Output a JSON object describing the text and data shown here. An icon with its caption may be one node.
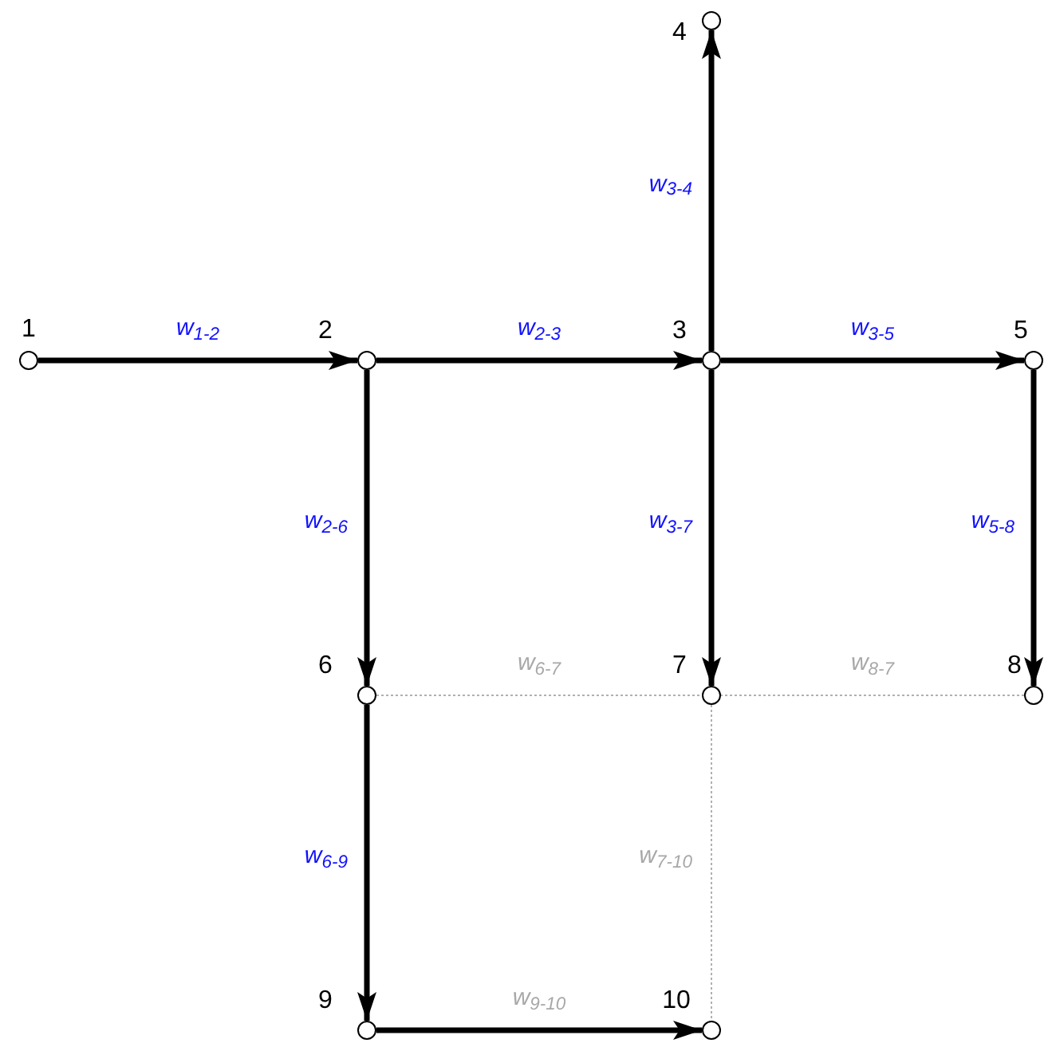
{
  "diagram": {
    "nodes": [
      {
        "text": [
          "1"
        ]
      },
      {
        "text": [
          "2"
        ]
      },
      {
        "text": [
          "3"
        ]
      },
      {
        "text": [
          "4"
        ]
      },
      {
        "text": [
          "5"
        ]
      },
      {
        "text": [
          "6"
        ]
      },
      {
        "text": [
          "7"
        ]
      },
      {
        "text": [
          "8"
        ]
      },
      {
        "text": [
          "9"
        ]
      },
      {
        "text": [
          "10"
        ]
      }
    ],
    "edges": [
      {
        "from": 0,
        "to": 1,
        "arrow": "to",
        "label": "w$_{1-2}$"
      },
      {
        "from": 1,
        "to": 2,
        "arrow": "to",
        "label": "w$_{2-3}$"
      },
      {
        "from": 2,
        "to": 3,
        "arrow": "to",
        "label": "w$_{3-4}$"
      },
      {
        "from": 2,
        "to": 4,
        "arrow": "to",
        "label": "w$_{3-5}$"
      },
      {
        "from": 1,
        "to": 5,
        "arrow": "to",
        "label": "w$_{2-6}$"
      },
      {
        "from": 2,
        "to": 6,
        "arrow": "to",
        "label": "w$_{3-7}$"
      },
      {
        "from": 4,
        "to": 7,
        "arrow": "to",
        "label": "w$_{5-8}$"
      },
      {
        "from": 5,
        "to": 6,
        "arrow": "none",
        "label": "w$_{6-7}$",
        "style": "dashed",
        "color": "#b0b0b0"
      },
      {
        "from": 7,
        "to": 6,
        "arrow": "none",
        "label": "w$_{8-7}$",
        "style": "dashed",
        "color": "#b0b0b0"
      },
      {
        "from": 5,
        "to": 8,
        "arrow": "to",
        "label": "w$_{6-9}$"
      },
      {
        "from": 6,
        "to": 9,
        "arrow": "none",
        "label": "w$_{7-10}$",
        "style": "dashed",
        "color": "#b0b0b0"
      },
      {
        "from": 8,
        "to": 9,
        "arrow": "to",
        "label": "w$_{9-10}$"
      }
    ]
  }
}
